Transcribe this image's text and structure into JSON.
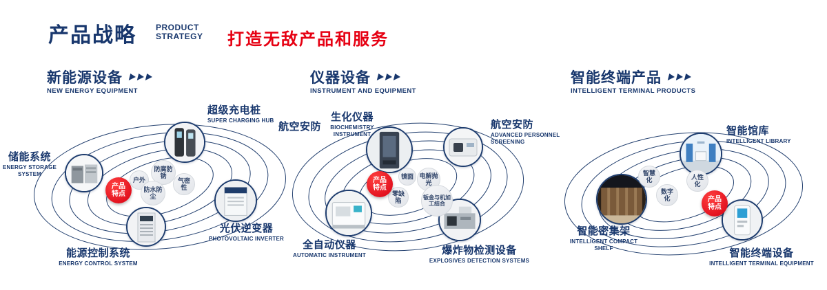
{
  "header": {
    "title": "产品战略",
    "subtitle": [
      "PRODUCT",
      "STRATEGY"
    ],
    "tagline": "打造无敌产品和服务"
  },
  "colors": {
    "navy": "#18376d",
    "red": "#e60012"
  },
  "sections": [
    {
      "title": "新能源设备",
      "subtitle": "NEW ENERGY EQUIPMENT",
      "badge": {
        "line1": "产品",
        "line2": "特点"
      },
      "features": [
        "户外",
        "防腐防锈",
        "气密性",
        "防水防尘"
      ],
      "products": [
        {
          "name": "储能系统",
          "en": "ENERGY STORAGE SYSTEM"
        },
        {
          "name": "超级充电桩",
          "en": "SUPER CHARGING HUB"
        },
        {
          "name": "光伏逆变器",
          "en": "PHOTOVOLTAIC INVERTER"
        },
        {
          "name": "能源控制系统",
          "en": "ENERGY CONTROL SYSTEM"
        }
      ]
    },
    {
      "title": "仪器设备",
      "subtitle": "INSTRUMENT AND EQUIPMENT",
      "extra_label": "航空安防",
      "badge": {
        "line1": "产品",
        "line2": "特点"
      },
      "features": [
        "镜面",
        "电解抛光",
        "零缺陷",
        "钣金与机加工结合"
      ],
      "products": [
        {
          "name": "生化仪器",
          "en": "BIOCHEMISTRY INSTRUMENT"
        },
        {
          "name": "航空安防",
          "en": "ADVANCED PERSONNEL SCREENING"
        },
        {
          "name": "全自动仪器",
          "en": "AUTOMATIC INSTRUMENT"
        },
        {
          "name": "爆炸物检测设备",
          "en": "EXPLOSIVES DETECTION SYSTEMS"
        }
      ]
    },
    {
      "title": "智能终端产品",
      "subtitle": "INTELLIGENT TERMINAL PRODUCTS",
      "badge": {
        "line1": "产品",
        "line2": "特点"
      },
      "features": [
        "智慧化",
        "人性化",
        "数字化"
      ],
      "products": [
        {
          "name": "智能馆库",
          "en": "INTELLIGENT LIBRARY"
        },
        {
          "name": "智能密集架",
          "en": "INTELLIGENT COMPACT SHELF"
        },
        {
          "name": "智能终端设备",
          "en": "INTELLIGENT TERMINAL EQUIPMENT"
        }
      ]
    }
  ]
}
